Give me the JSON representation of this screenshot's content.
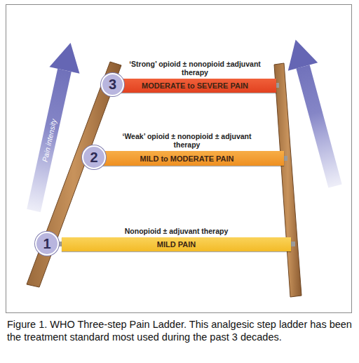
{
  "diagram": {
    "caption": "Figure 1. WHO Three-step Pain Ladder. This analgesic step ladder has been the treatment standard most used during the past 3 decades.",
    "nodes": [
      {
        "text": [
          "3"
        ]
      },
      {
        "text": [
          "‘Strong’ opioid ± nonopioid ±adjuvant therapy",
          "MODERATE to SEVERE PAIN"
        ]
      },
      {
        "text": [
          "2"
        ]
      },
      {
        "text": [
          "‘Weak’ opioid ± nonopioid ± adjuvant therapy",
          "MILD to MODERATE PAIN"
        ]
      },
      {
        "text": [
          "1"
        ]
      },
      {
        "text": [
          "Nonopioid ± adjuvant therapy",
          "MILD PAIN"
        ]
      }
    ],
    "labels": [
      "Pain intensity"
    ]
  }
}
